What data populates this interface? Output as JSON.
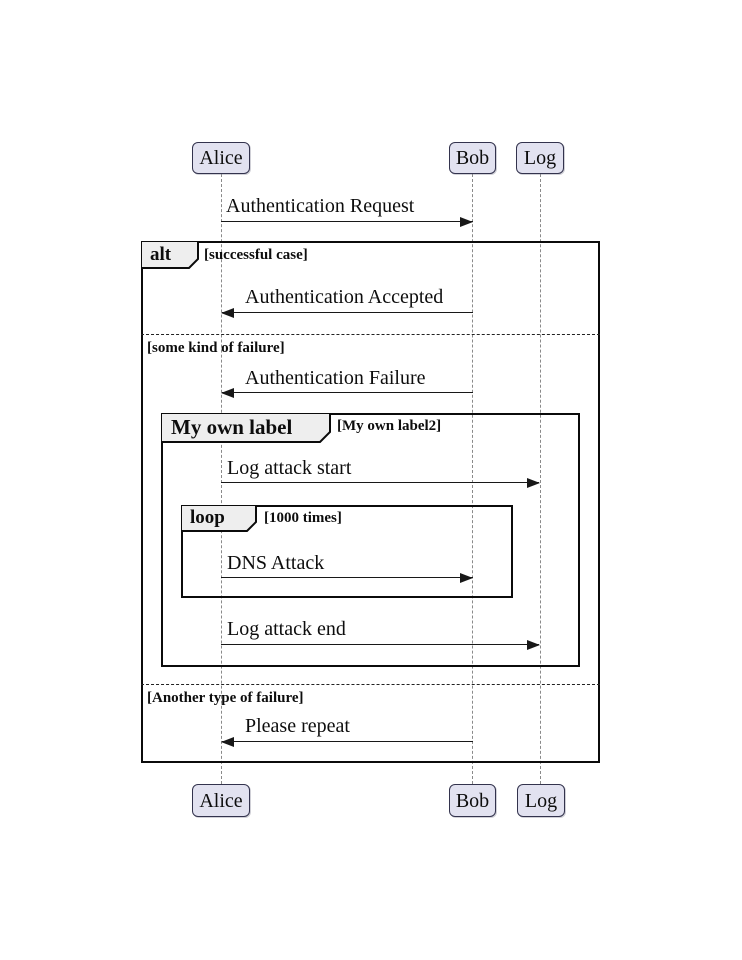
{
  "diagram": {
    "type": "sequence-diagram",
    "participants": [
      {
        "name": "Alice"
      },
      {
        "name": "Bob"
      },
      {
        "name": "Log"
      }
    ],
    "messages": [
      {
        "label": "Authentication Request",
        "from": "Alice",
        "to": "Bob"
      },
      {
        "label": "Authentication Accepted",
        "from": "Bob",
        "to": "Alice"
      },
      {
        "label": "Authentication Failure",
        "from": "Bob",
        "to": "Alice"
      },
      {
        "label": "Log attack start",
        "from": "Alice",
        "to": "Log"
      },
      {
        "label": "DNS Attack",
        "from": "Alice",
        "to": "Bob"
      },
      {
        "label": "Log attack end",
        "from": "Alice",
        "to": "Log"
      },
      {
        "label": "Please repeat",
        "from": "Bob",
        "to": "Alice"
      }
    ],
    "fragments": {
      "alt": {
        "keyword": "alt",
        "label": "[successful case]"
      },
      "else1": {
        "label": "[some kind of failure]"
      },
      "group": {
        "keyword": "My own label",
        "label": "[My own label2]"
      },
      "loop": {
        "keyword": "loop",
        "label": "[1000 times]"
      },
      "else2": {
        "label": "[Another type of failure]"
      }
    },
    "colors": {
      "participant_fill": "#E2E2F0",
      "participant_border": "#33334d",
      "fragment_header_fill": "#EEEEEE",
      "frame_border": "#0b0b0b",
      "arrow": "#181818",
      "lifeline": "#8a8a8a",
      "background": "#ffffff"
    }
  }
}
